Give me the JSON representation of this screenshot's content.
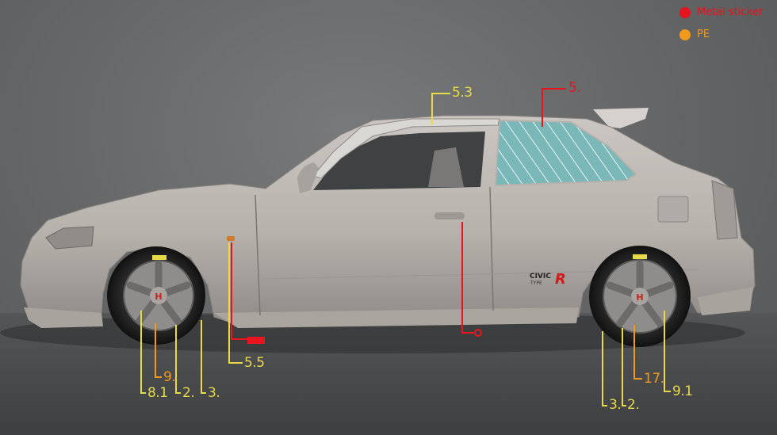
{
  "legend": [
    {
      "label": "Metal sticker",
      "color": "#e8141e"
    },
    {
      "label": "PE",
      "color": "#f09a1c"
    }
  ],
  "colors": {
    "callout_yellow": "#e6d94a",
    "callout_orange": "#f09a1c",
    "callout_red": "#e8141e",
    "car_body": "#bdb7b2",
    "window_tint": "#79b7b8"
  },
  "callouts": {
    "roof_rail": "5.3",
    "rear_window": "5.",
    "side_marker": "5.5",
    "front_wheel_9": "9.",
    "front_wheel_81": "8.1",
    "front_wheel_2": "2.",
    "front_wheel_3": "3.",
    "rear_wheel_3": "3.",
    "rear_wheel_2": "2.",
    "rear_wheel_17": "17.",
    "rear_wheel_91": "9.1"
  },
  "badges": {
    "model_word": "CIVIC",
    "type_word": "TYPE",
    "type_letter": "R",
    "wheel_emblem": "H"
  }
}
